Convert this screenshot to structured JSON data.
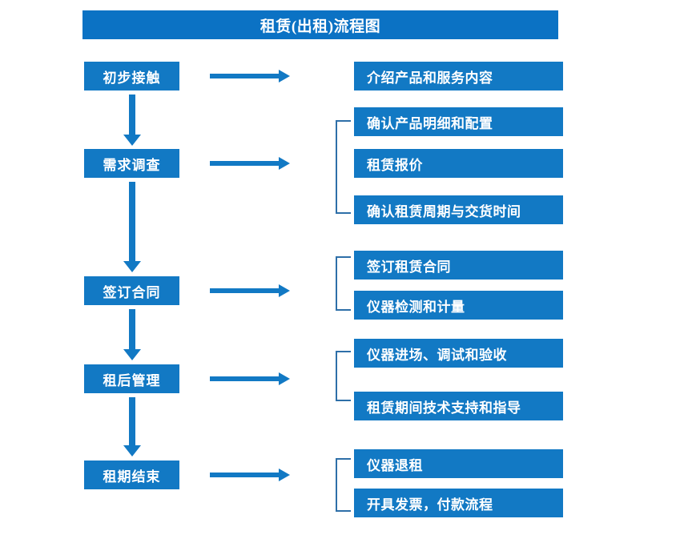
{
  "chart_data": {
    "type": "diagram",
    "title": "租赁(出租)流程图",
    "layout": "two-column flowchart: left stage column with downward arrows, right detail column grouped by brackets",
    "stages": [
      {
        "label": "初步接触",
        "details": [
          "介绍产品和服务内容"
        ]
      },
      {
        "label": "需求调查",
        "details": [
          "确认产品明细和配置",
          "租赁报价",
          "确认租赁周期与交货时间"
        ]
      },
      {
        "label": "签订合同",
        "details": [
          "签订租赁合同",
          "仪器检测和计量"
        ]
      },
      {
        "label": "租后管理",
        "details": [
          "仪器进场、调试和验收",
          "租赁期间技术支持和指导"
        ]
      },
      {
        "label": "租期结束",
        "details": [
          "仪器退租",
          "开具发票，付款流程"
        ]
      }
    ],
    "colors": {
      "title_fill": "#0b72c4",
      "box_fill": "#1279c4",
      "box_text": "#ffffff",
      "arrow": "#1279c4",
      "bracket": "#2e6fa8",
      "background": "#ffffff"
    }
  },
  "header": {
    "title": "租赁(出租)流程图"
  },
  "stages": [
    {
      "label": "初步接触"
    },
    {
      "label": "需求调查"
    },
    {
      "label": "签订合同"
    },
    {
      "label": "租后管理"
    },
    {
      "label": "租期结束"
    }
  ],
  "details": [
    {
      "label": "介绍产品和服务内容"
    },
    {
      "label": "确认产品明细和配置"
    },
    {
      "label": "租赁报价"
    },
    {
      "label": "确认租赁周期与交货时间"
    },
    {
      "label": "签订租赁合同"
    },
    {
      "label": "仪器检测和计量"
    },
    {
      "label": "仪器进场、调试和验收"
    },
    {
      "label": "租赁期间技术支持和指导"
    },
    {
      "label": "仪器退租"
    },
    {
      "label": "开具发票，付款流程"
    }
  ]
}
